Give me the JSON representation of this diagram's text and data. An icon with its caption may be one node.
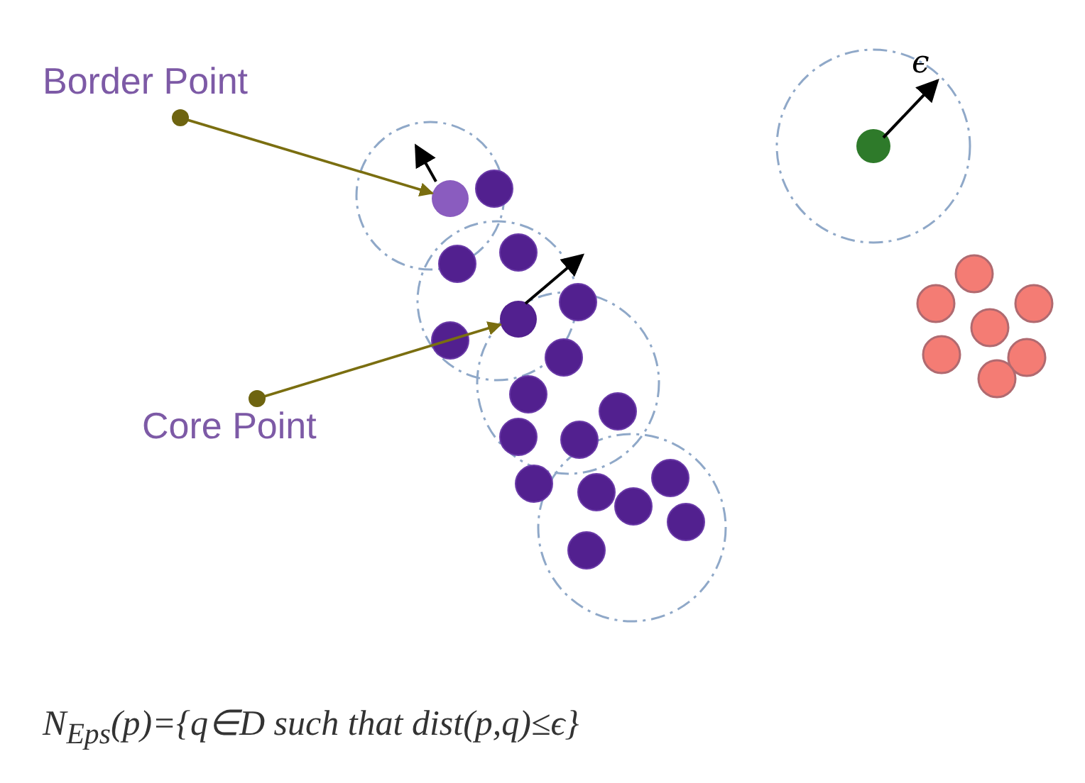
{
  "diagram": {
    "caption": "N$_{Eps}$(p)={q∈D such that dist(p,q)≤ϵ}",
    "nodes": [
      {
        "text": [
          "Border Point"
        ]
      },
      {
        "text": [],
        "shape": "circle"
      },
      {
        "text": [
          "Core Point"
        ]
      },
      {
        "text": [],
        "shape": "circle"
      }
    ],
    "edges": [
      {
        "from": 0,
        "to": 1,
        "arrow": "to"
      },
      {
        "from": 2,
        "to": 3,
        "arrow": "to"
      }
    ],
    "labels": [
      "ϵ"
    ]
  }
}
